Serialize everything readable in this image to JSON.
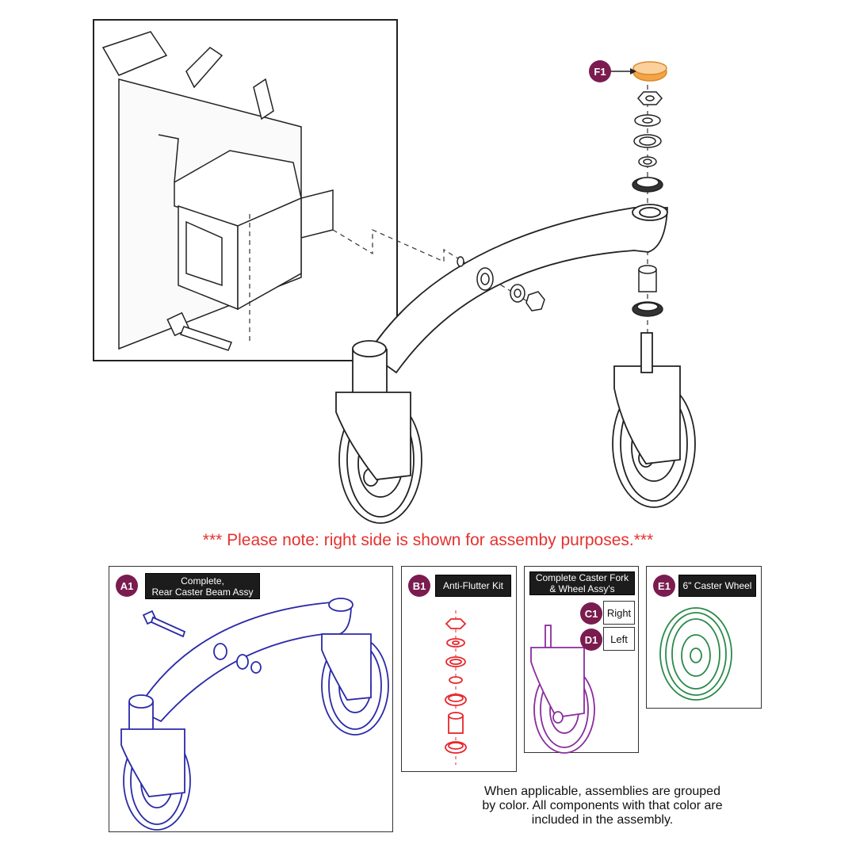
{
  "callouts": {
    "f1": "F1",
    "a1": "A1",
    "b1": "B1",
    "c1": "C1",
    "d1": "D1",
    "e1": "E1"
  },
  "note": "*** Please note: right side is shown for assemby purposes.***",
  "panels": {
    "a1": {
      "line1": "Complete,",
      "line2": "Rear Caster Beam Assy",
      "color": "#2a2aa8"
    },
    "b1": {
      "label": "Anti-Flutter Kit",
      "color": "#e8262b"
    },
    "c1d1": {
      "line1": "Complete Caster Fork",
      "line2": "& Wheel Assy's",
      "right": "Right",
      "left": "Left",
      "color": "#8a2c9e"
    },
    "e1": {
      "label": "6\" Caster Wheel",
      "color": "#2a8a4a"
    }
  },
  "footer": {
    "line1": "When applicable, assemblies are grouped",
    "line2": "by color. All components with that color are",
    "line3": "included in the assembly."
  },
  "colors": {
    "callout": "#7a1c4f",
    "highlight_f1": "#f4a446",
    "line": "#222222"
  }
}
